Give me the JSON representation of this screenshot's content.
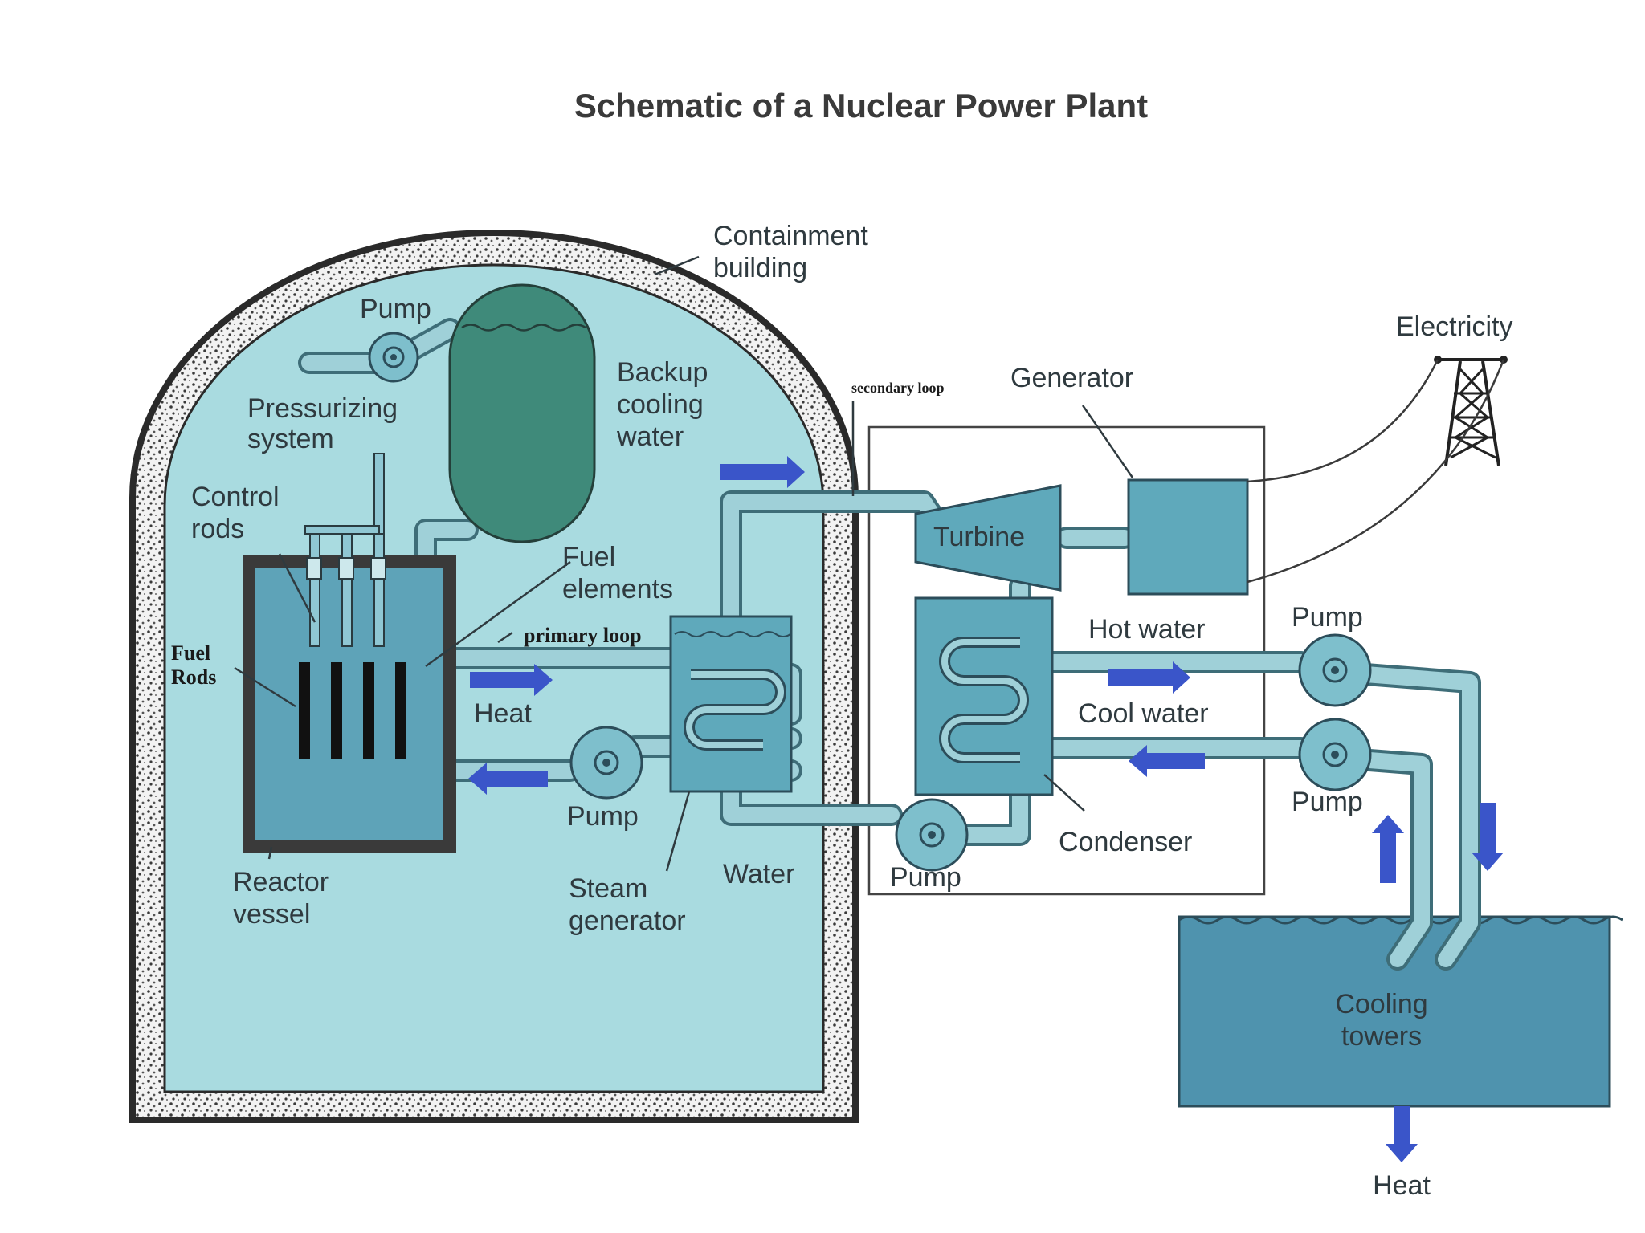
{
  "title": "Schematic of a Nuclear Power Plant",
  "labels": {
    "containment_building_1": "Containment",
    "containment_building_2": "building",
    "pump_top": "Pump",
    "pressurizing_1": "Pressurizing",
    "pressurizing_2": "system",
    "backup_1": "Backup",
    "backup_2": "cooling",
    "backup_3": "water",
    "control_rods_1": "Control",
    "control_rods_2": "rods",
    "fuel_elements_1": "Fuel",
    "fuel_elements_2": "elements",
    "fuel_rods_1": "Fuel",
    "fuel_rods_2": "Rods",
    "primary_loop": "primary loop",
    "secondary_loop": "secondary loop",
    "heat_primary": "Heat",
    "pump_primary": "Pump",
    "reactor_vessel_1": "Reactor",
    "reactor_vessel_2": "vessel",
    "steam_generator_1": "Steam",
    "steam_generator_2": "generator",
    "water": "Water",
    "pump_secondary": "Pump",
    "turbine": "Turbine",
    "generator": "Generator",
    "electricity": "Electricity",
    "hot_water": "Hot water",
    "cool_water": "Cool water",
    "condenser": "Condenser",
    "pump_hot": "Pump",
    "pump_cool": "Pump",
    "cooling_towers_1": "Cooling",
    "cooling_towers_2": "towers",
    "heat_out": "Heat"
  },
  "colors": {
    "containment_fill": "#a9dbe0",
    "containment_border": "#2a2a2a",
    "tank": "#3f8a7a",
    "reactor_water": "#5ea3b8",
    "component_fill": "#5fa9bb",
    "cooling_water": "#4f93ae",
    "arrow": "#3a55c9"
  }
}
